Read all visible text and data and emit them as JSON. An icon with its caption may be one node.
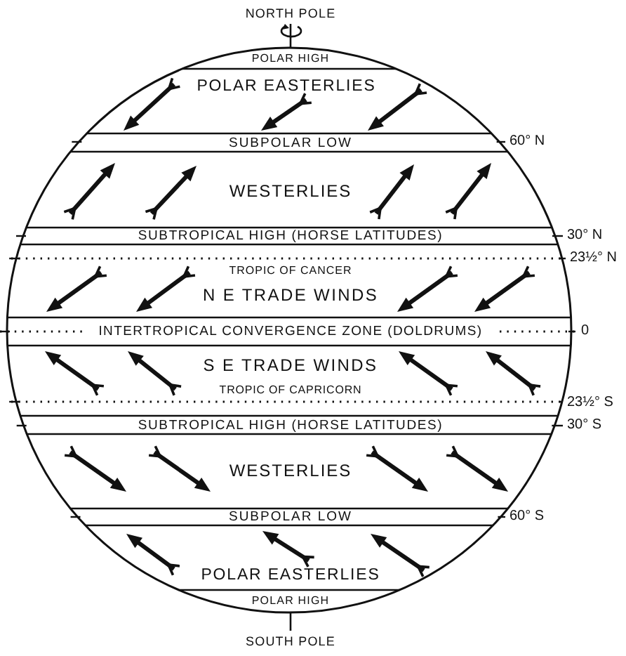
{
  "diagram": {
    "labels": [
      "NORTH POLE",
      "POLAR HIGH",
      "POLAR EASTERLIES",
      "SUBPOLAR LOW",
      "60° N",
      "WESTERLIES",
      "SUBTROPICAL HIGH (HORSE LATITUDES)",
      "30° N",
      "23½° N",
      "TROPIC OF CANCER",
      "N E TRADE WINDS",
      "INTERTROPICAL CONVERGENCE ZONE (DOLDRUMS)",
      "0",
      "S E TRADE WINDS",
      "TROPIC OF CAPRICORN",
      "23½° S",
      "SUBTROPICAL HIGH (HORSE LATITUDES)",
      "30° S",
      "WESTERLIES",
      "SUBPOLAR LOW",
      "60° S",
      "POLAR EASTERLIES",
      "POLAR HIGH",
      "SOUTH POLE"
    ]
  }
}
